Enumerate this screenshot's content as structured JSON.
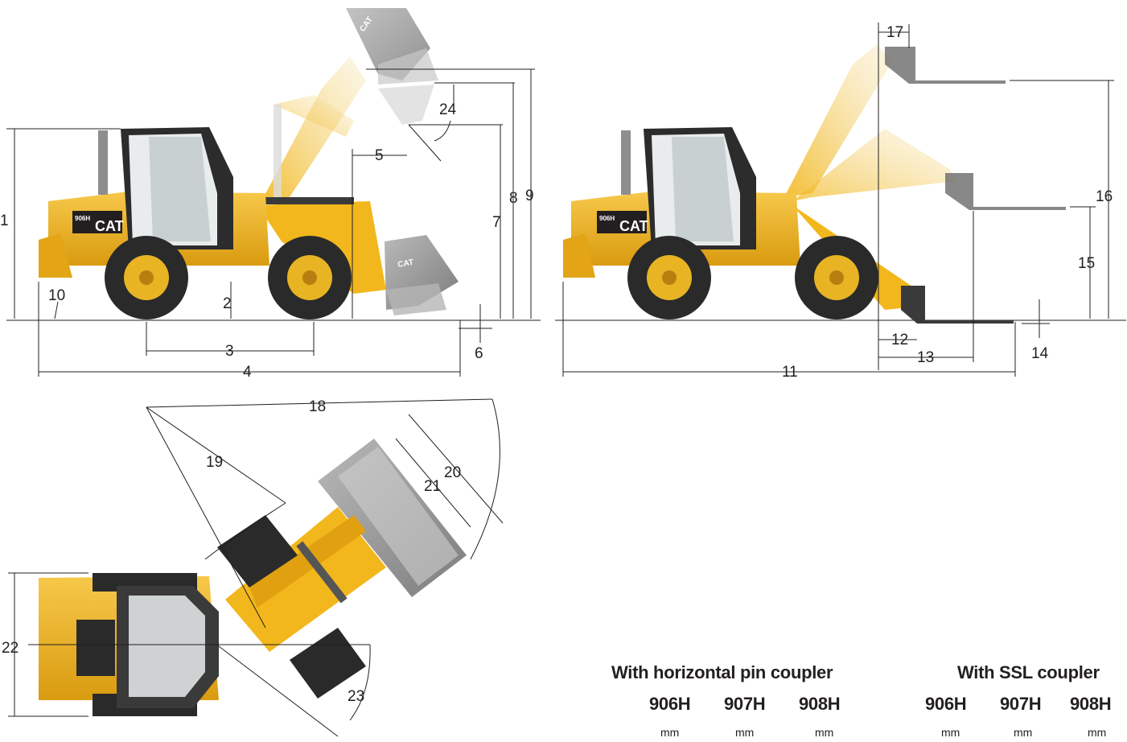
{
  "dimension_labels": [
    "1",
    "2",
    "3",
    "4",
    "5",
    "6",
    "7",
    "8",
    "9",
    "10",
    "11",
    "12",
    "13",
    "14",
    "15",
    "16",
    "17",
    "18",
    "19",
    "20",
    "21",
    "22",
    "23",
    "24"
  ],
  "machine_badge": {
    "model": "906H",
    "brand": "CAT"
  },
  "bucket_logo": "CAT",
  "table": {
    "groups": [
      {
        "title": "With horizontal pin coupler",
        "models": [
          "906H",
          "907H",
          "908H"
        ],
        "units": [
          "mm",
          "mm",
          "mm"
        ]
      },
      {
        "title": "With SSL coupler",
        "models": [
          "906H",
          "907H",
          "908H"
        ],
        "units": [
          "mm",
          "mm",
          "mm"
        ]
      }
    ]
  },
  "colors": {
    "machine_yellow": "#f2b71c",
    "tire": "#2a2a2a",
    "rim": "#e8b424",
    "bucket": "#9c9c9c",
    "line": "#231f20"
  }
}
